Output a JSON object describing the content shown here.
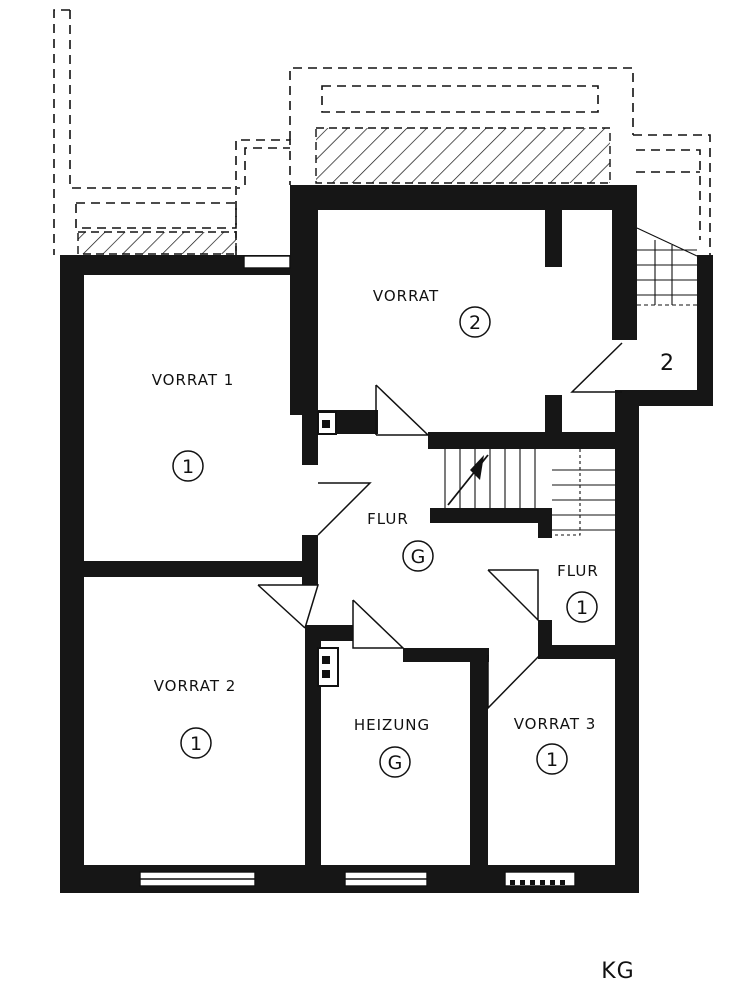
{
  "plan": {
    "sheet_label": "KG",
    "colors": {
      "wall": "#161616",
      "line": "#111111",
      "background": "#ffffff"
    },
    "rooms": [
      {
        "id": "vorrat-1",
        "name": "VORRAT 1",
        "mark": "1"
      },
      {
        "id": "vorrat",
        "name": "VORRAT",
        "mark": "2"
      },
      {
        "id": "flur-main",
        "name": "FLUR",
        "mark": "G"
      },
      {
        "id": "flur-small",
        "name": "FLUR",
        "mark": "1"
      },
      {
        "id": "vorrat-2",
        "name": "VORRAT 2",
        "mark": "1"
      },
      {
        "id": "heizung",
        "name": "HEIZUNG",
        "mark": "G"
      },
      {
        "id": "vorrat-3",
        "name": "VORRAT 3",
        "mark": "1"
      }
    ],
    "stair_label": "2"
  }
}
